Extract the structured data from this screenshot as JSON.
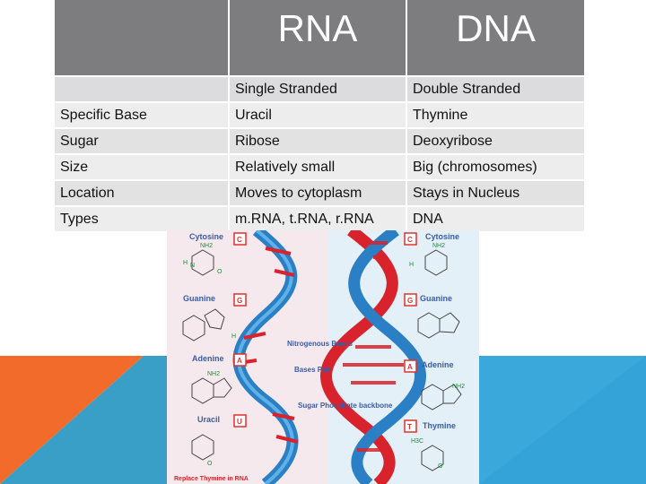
{
  "table": {
    "columns": [
      "",
      "RNA",
      "DNA"
    ],
    "rows": [
      [
        "",
        "Single Stranded",
        "Double Stranded"
      ],
      [
        "Specific Base",
        "Uracil",
        "Thymine"
      ],
      [
        "Sugar",
        "Ribose",
        "Deoxyribose"
      ],
      [
        "Size",
        "Relatively small",
        "Big (chromosomes)"
      ],
      [
        "Location",
        "Moves to cytoplasm",
        "Stays in Nucleus"
      ],
      [
        "Types",
        "m.RNA, t.RNA, r.RNA",
        "DNA"
      ]
    ]
  },
  "figure": {
    "left_labels": [
      "Cytosine",
      "Guanine",
      "Adenine",
      "Uracil"
    ],
    "left_badges": [
      "C",
      "G",
      "A",
      "U"
    ],
    "right_labels": [
      "Cytosine",
      "Guanine",
      "Adenine",
      "Thymine"
    ],
    "right_badges": [
      "C",
      "G",
      "A",
      "T"
    ],
    "center_labels": [
      "Nitrogenous Bases",
      "Bases Pair",
      "Sugar Phosphate backbone"
    ],
    "caption": "Replace Thymine in RNA",
    "chem": {
      "nh2": "NH2",
      "h": "H",
      "n": "N",
      "o": "O",
      "h3c": "H3C"
    },
    "colors": {
      "red": "#d9232c",
      "blue": "#2a7fc5",
      "label_blue": "#3a5ca8",
      "badge": "#e0312d"
    }
  }
}
